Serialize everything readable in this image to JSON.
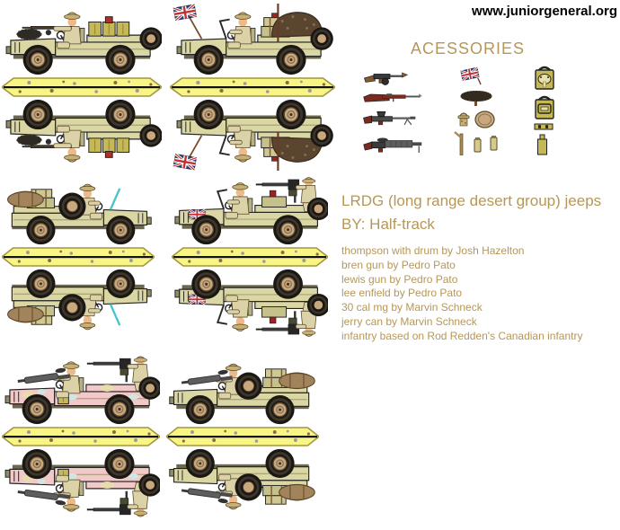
{
  "header": {
    "site_url": "www.juniorgeneral.org"
  },
  "accessories": {
    "title": "ACESSORIES",
    "items": [
      {
        "name": "thompson-with-drum"
      },
      {
        "name": "lee-enfield-rifle"
      },
      {
        "name": "bren-gun"
      },
      {
        "name": "lewis-gun"
      },
      {
        "name": "union-jack-flag"
      },
      {
        "name": "camo-net-roll"
      },
      {
        "name": "sun-helmet"
      },
      {
        "name": "mess-pan"
      },
      {
        "name": "signal-pole"
      },
      {
        "name": "canteen-pouch"
      },
      {
        "name": "canteen-pouch"
      },
      {
        "name": "jerry-can-round-emblem"
      },
      {
        "name": "jerry-can-square-emblem"
      },
      {
        "name": "tow-bar"
      },
      {
        "name": "fuel-tin"
      }
    ]
  },
  "info": {
    "title": "LRDG (long range desert group) jeeps",
    "byline": "BY: Half-track",
    "credits": [
      "thompson with drum  by Josh Hazelton",
      "bren gun by Pedro Pato",
      "lewis gun by Pedro Pato",
      "lee enfield by Pedro Pato",
      "30 cal mg by Marvin Schneck",
      "jerry can by Marvin Schneck",
      "infantry based on Rod Redden's Canadian infantry"
    ]
  },
  "sprites": {
    "units": [
      {
        "name": "jeep-driver-aiming-thompson-jerry-cans"
      },
      {
        "name": "jeep-union-jack-flag-antenna-camo-net"
      },
      {
        "name": "jeep-facing-right-spare-wheel-stowage"
      },
      {
        "name": "jeep-union-jack-hood-30cal-gunner"
      },
      {
        "name": "pink-camo-jeep-lewis-gun-30cal-gunner"
      },
      {
        "name": "jeep-lewis-gun-spare-wheel-bedroll"
      }
    ]
  },
  "colors": {
    "text_accent": "#B69758",
    "jeep_khaki": "#DBD7A4",
    "jeep_pink": "#F2C8C8",
    "base_strip_yellow": "#F8F584",
    "strip_border": "#A0953E",
    "wheel_hub_tan": "#C9A87E",
    "uniform_tan": "#DCD2A8",
    "helmet_tan": "#C8AF74",
    "skin": "#EDBA88",
    "union_jack_blue": "#2B3F8C",
    "union_jack_red": "#C03030",
    "jerry_can_khaki": "#C5B955",
    "bedroll_brown": "#A1845C",
    "camo_net_brown": "#5A4530",
    "gun_wood_brown": "#8B5A2B",
    "gun_stock_red": "#7B2A20",
    "gunmetal": "#5E5E5E"
  }
}
